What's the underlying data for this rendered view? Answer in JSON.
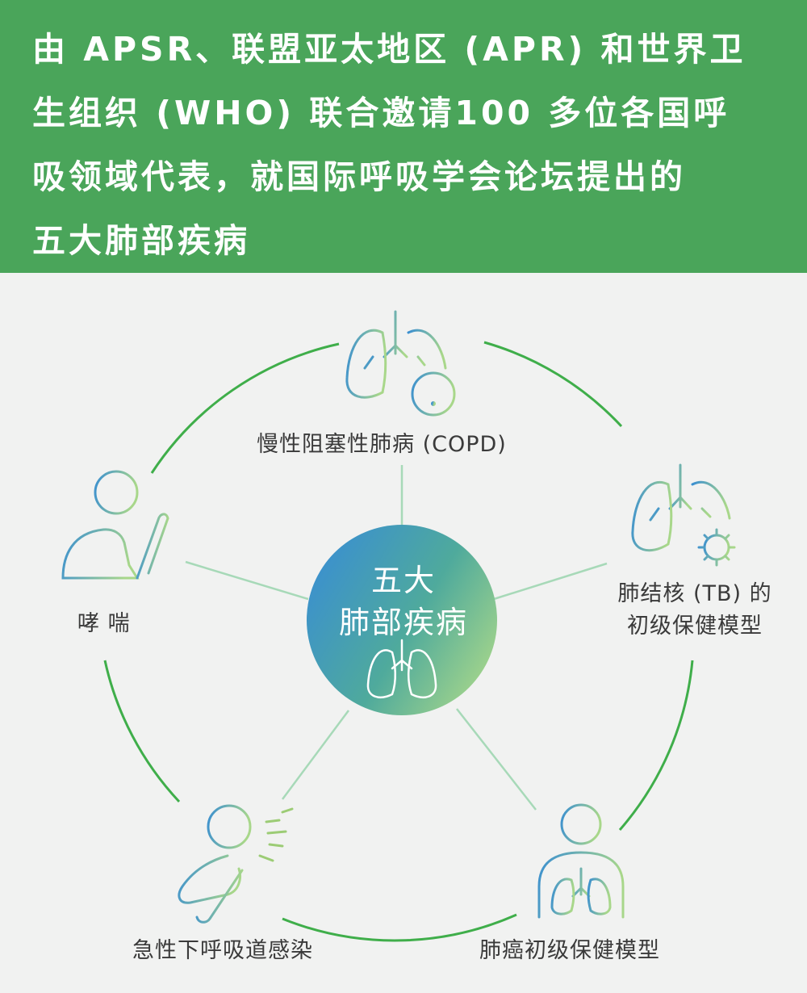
{
  "banner": {
    "lines": [
      "由 APSR、联盟亚太地区 (APR) 和世界卫",
      "生组织 (WHO) 联合邀请100 多位各国呼",
      "吸领域代表，就国际呼吸学会论坛提出的",
      "五大肺部疾病"
    ]
  },
  "center": {
    "title_line1": "五大",
    "title_line2": "肺部疾病",
    "icon": "lungs-icon"
  },
  "diseases": {
    "copd": {
      "label": "慢性阻塞性肺病 (COPD)",
      "icon": "lungs-alert-icon"
    },
    "tb": {
      "label_line1": "肺结核 (TB) 的",
      "label_line2": "初级保健模型",
      "icon": "lungs-virus-icon"
    },
    "lung_cancer": {
      "label": "肺癌初级保健模型",
      "icon": "person-lungs-icon"
    },
    "respiratory_infection": {
      "label": "急性下呼吸道感染",
      "icon": "person-cough-icon"
    },
    "asthma": {
      "label": "哮 喘",
      "icon": "person-breathless-icon"
    }
  },
  "colors": {
    "banner": "#4aa55a",
    "ring": "#3fae4a",
    "gradient_start": "#3a8fd1",
    "gradient_end": "#a8d78a"
  }
}
